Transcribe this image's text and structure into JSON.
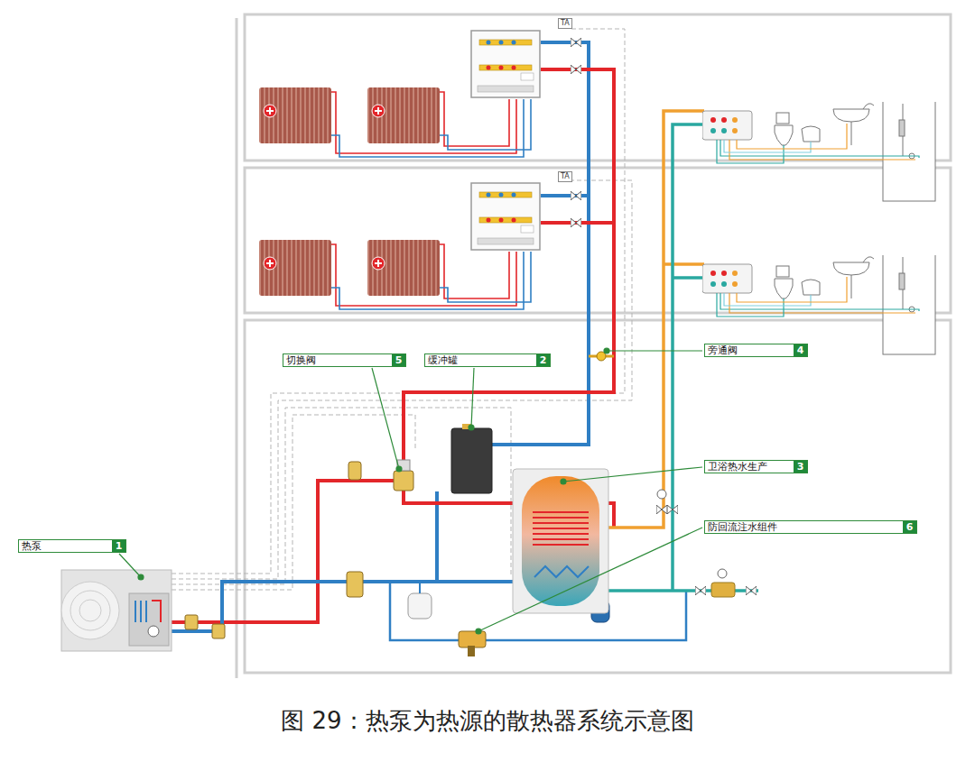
{
  "diagram": {
    "caption": "图 29：热泵为热源的散热器系统示意图",
    "nodes": [
      {
        "text": [
          "TA"
        ]
      },
      {
        "text": [
          "TA"
        ]
      },
      {
        "text": [
          "旁通阀",
          "4"
        ]
      },
      {
        "text": [
          "切换阀",
          "5"
        ]
      },
      {
        "text": [
          "缓冲罐",
          "2"
        ]
      },
      {
        "text": [
          "卫浴热水生产",
          "3"
        ]
      },
      {
        "text": [
          "防回流注水组件",
          "6"
        ]
      },
      {
        "text": [
          "热泵",
          "1"
        ]
      }
    ]
  }
}
